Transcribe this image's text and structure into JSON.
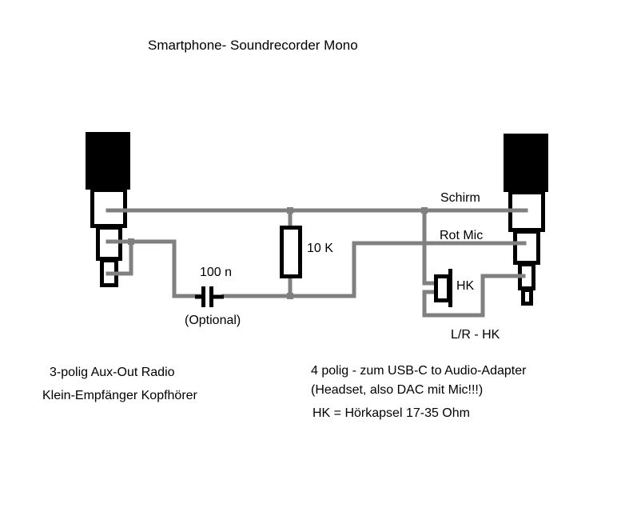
{
  "title": "Smartphone- Soundrecorder Mono",
  "colors": {
    "wire": "#808080",
    "component": "#000000",
    "background": "#ffffff"
  },
  "components": {
    "resistor": {
      "label": "10 K"
    },
    "capacitor": {
      "label": "100 n",
      "note": "(Optional)"
    },
    "earpiece": {
      "label": "HK"
    }
  },
  "wire_labels": {
    "shield": "Schirm",
    "mic": "Rot Mic",
    "lr": "L/R - HK"
  },
  "notes": {
    "left_line1": "3-polig Aux-Out Radio",
    "left_line2": "Klein-Empfänger Kopfhörer",
    "right_line1": "4 polig - zum USB-C to Audio-Adapter",
    "right_line2": "(Headset, also DAC mit Mic!!!)",
    "right_line3": "HK = Hörkapsel 17-35 Ohm"
  }
}
